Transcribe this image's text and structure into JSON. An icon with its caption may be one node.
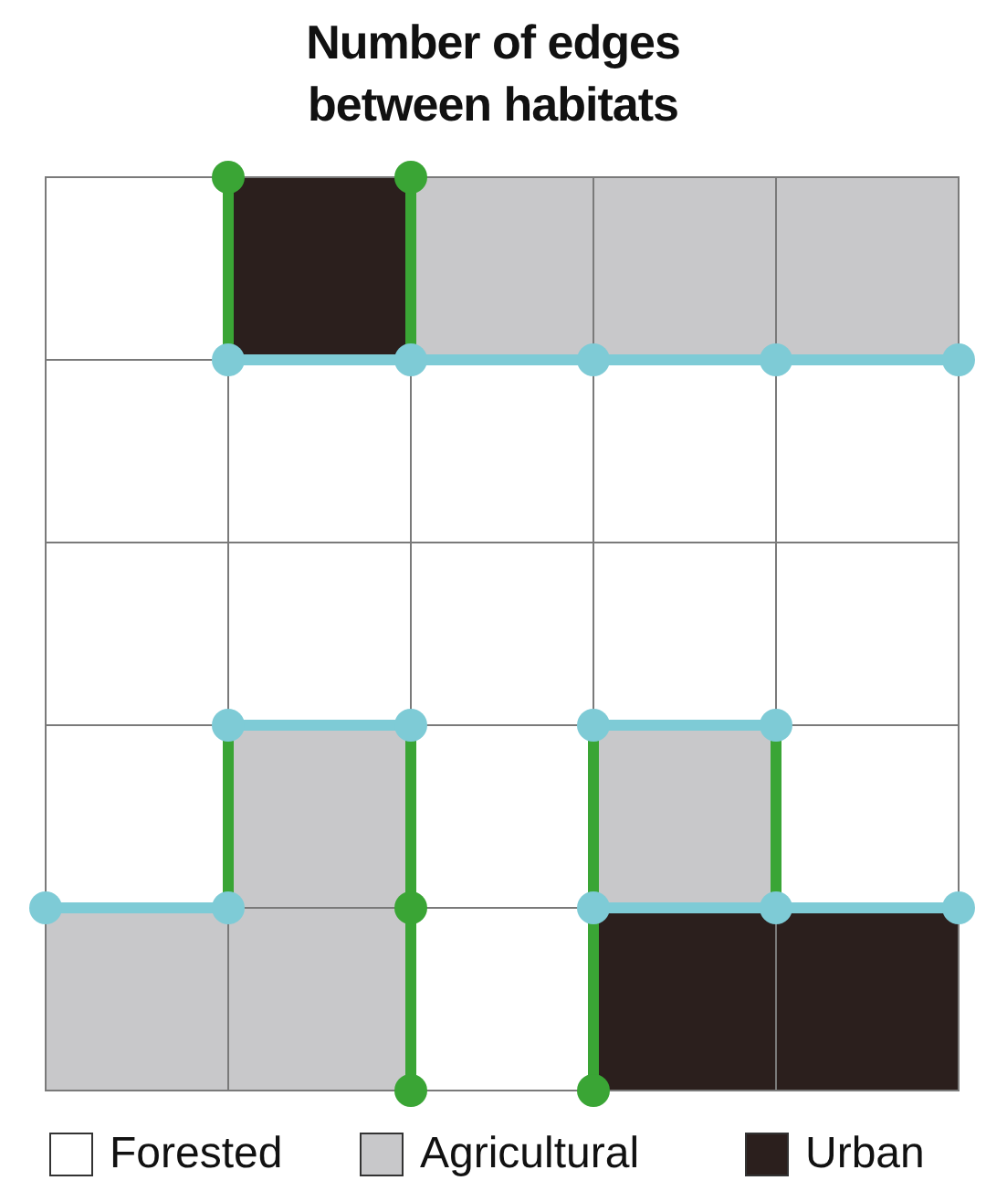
{
  "diagram": {
    "title": "Number of edges between habitats",
    "legend": [
      {
        "text": "Forested",
        "color": "#ffffff"
      },
      {
        "text": "Agricultural",
        "color": "#c8c8ca"
      },
      {
        "text": "Urban",
        "color": "#2b1f1d"
      }
    ]
  }
}
